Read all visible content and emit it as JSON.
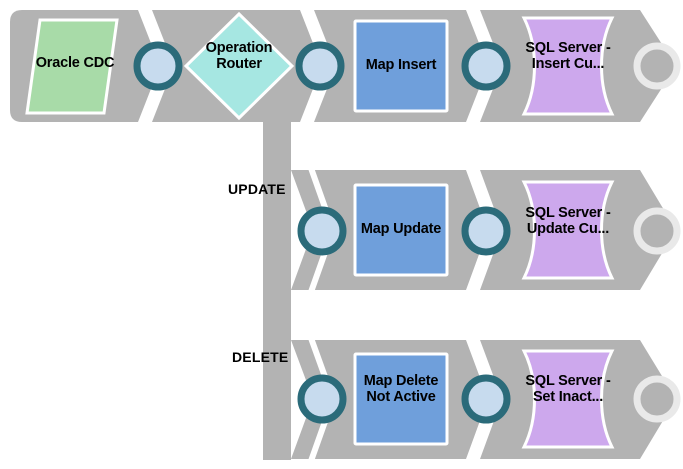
{
  "diagram": {
    "title": "Oracle CDC to SQL Server integration process",
    "type": "process-flow",
    "background_color": "#ffffff",
    "band_color": "#b3b3b3",
    "band_separator_color": "#ffffff"
  },
  "colors": {
    "band": "#b3b3b3",
    "start_shape": "#a8dba8",
    "router_shape": "#a6e7e2",
    "map_shape": "#6f9fdb",
    "database_shape": "#cda8ed",
    "connector_ring": "#2b6b7a",
    "connector_fill": "#c7dbee",
    "end_ring": "#e2e2e2",
    "outline": "#ffffff",
    "text": "#000000"
  },
  "branches": [
    {
      "id": "insert",
      "label": "",
      "row": 1
    },
    {
      "id": "update",
      "label": "UPDATE",
      "row": 2
    },
    {
      "id": "delete",
      "label": "DELETE",
      "row": 3
    }
  ],
  "rows": [
    {
      "id": "row-insert",
      "branch_label": "",
      "steps": [
        {
          "id": "oracle-cdc",
          "label": "Oracle CDC",
          "shape": "parallelogram",
          "kind": "start-connector-shape"
        },
        {
          "id": "operation-router",
          "label": "Operation\nRouter",
          "shape": "diamond",
          "kind": "decision-shape"
        },
        {
          "id": "map-insert",
          "label": "Map Insert",
          "shape": "square",
          "kind": "map-shape"
        },
        {
          "id": "sql-insert",
          "label": "SQL Server -\nInsert Cu...",
          "shape": "cylinder",
          "kind": "database-shape"
        }
      ],
      "connectors": [
        "connector-dot",
        "connector-dot",
        "connector-dot",
        "end-circle"
      ]
    },
    {
      "id": "row-update",
      "branch_label": "UPDATE",
      "steps": [
        {
          "id": "map-update",
          "label": "Map Update",
          "shape": "square",
          "kind": "map-shape"
        },
        {
          "id": "sql-update",
          "label": "SQL Server -\nUpdate Cu...",
          "shape": "cylinder",
          "kind": "database-shape"
        }
      ],
      "connectors": [
        "connector-dot",
        "connector-dot",
        "end-circle"
      ]
    },
    {
      "id": "row-delete",
      "branch_label": "DELETE",
      "steps": [
        {
          "id": "map-delete",
          "label": "Map Delete\nNot Active",
          "shape": "square",
          "kind": "map-shape"
        },
        {
          "id": "sql-delete",
          "label": "SQL Server -\nSet Inact...",
          "shape": "cylinder",
          "kind": "database-shape"
        }
      ],
      "connectors": [
        "connector-dot",
        "connector-dot",
        "end-circle"
      ]
    }
  ],
  "labels": {
    "oracle_cdc": "Oracle CDC",
    "operation_router": "Operation\nRouter",
    "map_insert": "Map Insert",
    "sql_insert": "SQL Server -\nInsert Cu...",
    "update_branch": "UPDATE",
    "map_update": "Map Update",
    "sql_update": "SQL Server -\nUpdate Cu...",
    "delete_branch": "DELETE",
    "map_delete": "Map Delete\nNot Active",
    "sql_delete": "SQL Server -\nSet Inact..."
  }
}
